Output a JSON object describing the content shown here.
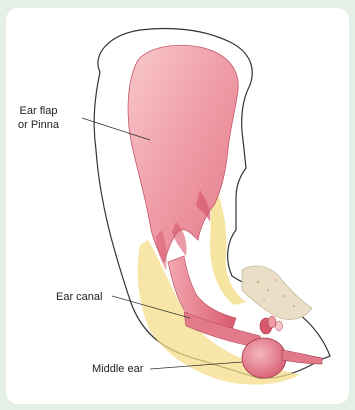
{
  "labels": {
    "ear_flap_line1": "Ear flap",
    "ear_flap_line2": "or Pinna",
    "ear_canal": "Ear canal",
    "middle_ear": "Middle ear"
  },
  "colors": {
    "background": "#e4efe6",
    "card": "#ffffff",
    "skin_light": "#f6c6c9",
    "skin_mid": "#ee9aa4",
    "skin_dark": "#d8596d",
    "outline": "#333333",
    "fat_yellow": "#f4dd8a",
    "bone": "#eadfc6",
    "leader_line": "#333333"
  }
}
